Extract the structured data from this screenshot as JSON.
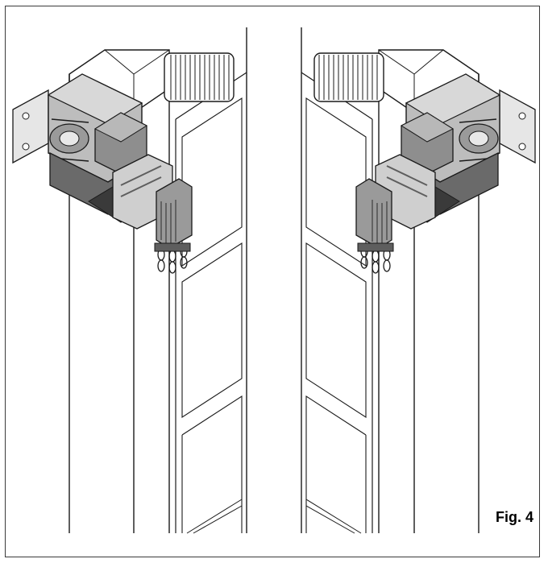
{
  "figure": {
    "label": "Fig. 4",
    "colors": {
      "outline": "#1a1a1a",
      "motor_light": "#cfcfcf",
      "motor_mid": "#9a9a9a",
      "motor_dark": "#5e5e5e",
      "motor_black": "#2a2a2a",
      "background": "#ffffff"
    }
  },
  "illustrations": [
    {
      "id": "left-installation",
      "motor_side": "left"
    },
    {
      "id": "right-installation",
      "motor_side": "right"
    }
  ]
}
